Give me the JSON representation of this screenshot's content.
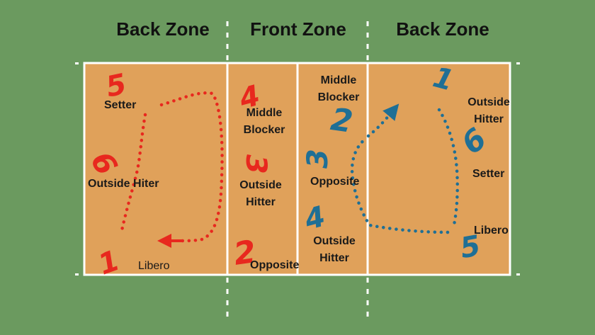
{
  "zones": [
    "Back Zone",
    "Front Zone",
    "Back Zone"
  ],
  "colors": {
    "grass": "#6b9a5f",
    "court": "#e0a15a",
    "lines": "#ffffff",
    "team_left": "#e8281e",
    "team_right": "#1f6f95"
  },
  "team_left": {
    "positions": [
      {
        "number": "5",
        "label": "Setter"
      },
      {
        "number": "6",
        "label": "Outside Hiter"
      },
      {
        "number": "1",
        "label": "Libero"
      },
      {
        "number": "4",
        "label": "Middle\nBlocker"
      },
      {
        "number": "3",
        "label": "Outside\nHitter"
      },
      {
        "number": "2",
        "label": "Opposite"
      }
    ]
  },
  "team_right": {
    "positions": [
      {
        "number": "2",
        "label": "Middle\nBlocker"
      },
      {
        "number": "3",
        "label": "Opposite"
      },
      {
        "number": "4",
        "label": "Outside\nHitter"
      },
      {
        "number": "1",
        "label": "Outside\nHitter"
      },
      {
        "number": "6",
        "label": "Setter"
      },
      {
        "number": "5",
        "label": "Libero"
      }
    ]
  }
}
